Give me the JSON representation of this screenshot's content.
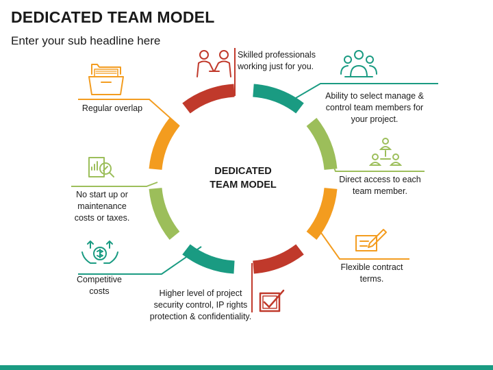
{
  "title": "DEDICATED TEAM MODEL",
  "subtitle": "Enter your sub headline here",
  "center_label": "DEDICATED\nTEAM MODEL",
  "colors": {
    "red": "#c0392b",
    "teal": "#1a9b82",
    "green": "#9cbe5a",
    "orange": "#f39c1f",
    "bottom_bar": "#1a9b82"
  },
  "items": [
    {
      "label": "Skilled professionals\nworking just for you.",
      "icon": "handshake-people-icon",
      "color": "red"
    },
    {
      "label": "Ability to select manage &\ncontrol team members for\nyour project.",
      "icon": "team-group-icon",
      "color": "teal"
    },
    {
      "label": "Direct access to each\nteam member.",
      "icon": "team-hierarchy-icon",
      "color": "green"
    },
    {
      "label": "Flexible contract\nterms.",
      "icon": "contract-pencil-icon",
      "color": "orange"
    },
    {
      "label": "Higher level of project\nsecurity control, IP rights\nprotection & confidentiality.",
      "icon": "checkbox-icon",
      "color": "red"
    },
    {
      "label": "Competitive\ncosts",
      "icon": "money-exchange-icon",
      "color": "teal"
    },
    {
      "label": "No start up or\nmaintenance\ncosts or taxes.",
      "icon": "tax-document-icon",
      "color": "green"
    },
    {
      "label": "Regular overlap",
      "icon": "folder-icon",
      "color": "orange"
    }
  ]
}
